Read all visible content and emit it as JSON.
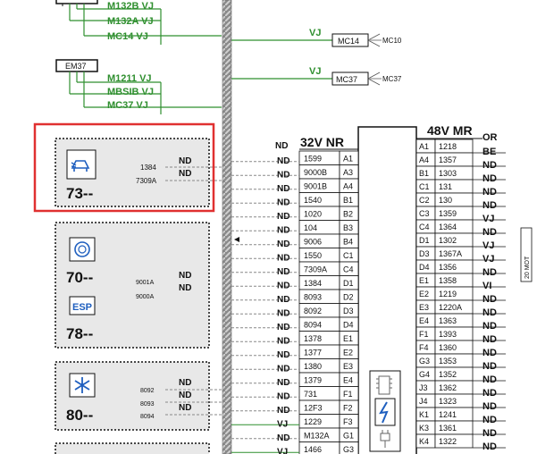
{
  "connectors_top": {
    "top_labels": [
      "M132B VJ",
      "M132A VJ",
      "MC14 VJ"
    ],
    "em37_box": "EM37",
    "em37_labels": [
      "M1211 VJ",
      "MBSIB VJ",
      "MC37 VJ"
    ],
    "mc14": {
      "wire": "VJ",
      "box": "MC14",
      "ref": "MC10"
    },
    "mc37": {
      "wire": "VJ",
      "box": "MC37",
      "ref": "MC37"
    }
  },
  "modules": [
    {
      "code": "73--",
      "icon": "parking-sensor-icon",
      "pins": [
        "1384",
        "7309A"
      ],
      "wires": [
        "ND",
        "ND"
      ],
      "highlight": true
    },
    {
      "code": "70--",
      "icon": "brake-warning-icon",
      "pins": [
        "9001A",
        "9000A"
      ],
      "wires": [
        "ND",
        "ND"
      ]
    },
    {
      "code": "78--",
      "icon": "esp-icon",
      "icon_text": "ESP",
      "pins": [],
      "wires": []
    },
    {
      "code": "80--",
      "icon": "climate-snowflake-icon",
      "pins": [
        "8092",
        "8093",
        "8094"
      ],
      "wires": [
        "ND",
        "ND",
        "ND"
      ]
    }
  ],
  "connector_left": {
    "header": "32V NR",
    "top_wire": "ND",
    "rows": [
      {
        "wire": "ND",
        "num": "1599",
        "pin": "A1"
      },
      {
        "wire": "ND",
        "num": "9000B",
        "pin": "A3"
      },
      {
        "wire": "ND",
        "num": "9001B",
        "pin": "A4"
      },
      {
        "wire": "ND",
        "num": "1540",
        "pin": "B1"
      },
      {
        "wire": "ND",
        "num": "1020",
        "pin": "B2"
      },
      {
        "wire": "ND",
        "num": "104",
        "pin": "B3"
      },
      {
        "wire": "ND",
        "num": "9006",
        "pin": "B4"
      },
      {
        "wire": "ND",
        "num": "1550",
        "pin": "C1"
      },
      {
        "wire": "ND",
        "num": "7309A",
        "pin": "C4"
      },
      {
        "wire": "ND",
        "num": "1384",
        "pin": "D1"
      },
      {
        "wire": "ND",
        "num": "8093",
        "pin": "D2"
      },
      {
        "wire": "ND",
        "num": "8092",
        "pin": "D3"
      },
      {
        "wire": "ND",
        "num": "8094",
        "pin": "D4"
      },
      {
        "wire": "ND",
        "num": "1378",
        "pin": "E1"
      },
      {
        "wire": "ND",
        "num": "1377",
        "pin": "E2"
      },
      {
        "wire": "ND",
        "num": "1380",
        "pin": "E3"
      },
      {
        "wire": "ND",
        "num": "1379",
        "pin": "E4"
      },
      {
        "wire": "ND",
        "num": "731",
        "pin": "F1"
      },
      {
        "wire": "ND",
        "num": "12F3",
        "pin": "F2"
      },
      {
        "wire": "VJ",
        "num": "1229",
        "pin": "F3"
      },
      {
        "wire": "ND",
        "num": "M132A",
        "pin": "G1"
      },
      {
        "wire": "VJ",
        "num": "1466",
        "pin": "G3"
      }
    ]
  },
  "connector_right": {
    "header": "48V MR",
    "top_wire": "OR",
    "rows": [
      {
        "pin": "A1",
        "num": "1218",
        "wire": "BE"
      },
      {
        "pin": "A4",
        "num": "1357",
        "wire": "ND"
      },
      {
        "pin": "B1",
        "num": "1303",
        "wire": "ND"
      },
      {
        "pin": "C1",
        "num": "131",
        "wire": "ND"
      },
      {
        "pin": "C2",
        "num": "130",
        "wire": "ND"
      },
      {
        "pin": "C3",
        "num": "1359",
        "wire": "VJ"
      },
      {
        "pin": "C4",
        "num": "1364",
        "wire": "ND"
      },
      {
        "pin": "D1",
        "num": "1302",
        "wire": "VJ"
      },
      {
        "pin": "D3",
        "num": "1367A",
        "wire": "VJ"
      },
      {
        "pin": "D4",
        "num": "1356",
        "wire": "ND"
      },
      {
        "pin": "E1",
        "num": "1358",
        "wire": "VI"
      },
      {
        "pin": "E2",
        "num": "1219",
        "wire": "ND"
      },
      {
        "pin": "E3",
        "num": "1220A",
        "wire": "ND"
      },
      {
        "pin": "E4",
        "num": "1363",
        "wire": "ND"
      },
      {
        "pin": "F1",
        "num": "1393",
        "wire": "ND"
      },
      {
        "pin": "F4",
        "num": "1360",
        "wire": "ND"
      },
      {
        "pin": "G3",
        "num": "1353",
        "wire": "ND"
      },
      {
        "pin": "G4",
        "num": "1352",
        "wire": "ND"
      },
      {
        "pin": "J3",
        "num": "1362",
        "wire": "ND"
      },
      {
        "pin": "J4",
        "num": "1323",
        "wire": "ND"
      },
      {
        "pin": "K1",
        "num": "1241",
        "wire": "ND"
      },
      {
        "pin": "K3",
        "num": "1361",
        "wire": "ND"
      },
      {
        "pin": "K4",
        "num": "1322",
        "wire": "ND"
      }
    ]
  },
  "side_label": "20 MOT",
  "colors": {
    "highlight": "#e03030",
    "wire_green": "#2f8f2f",
    "icon_blue": "#1f5fbf",
    "module_bg": "#e8e8e8"
  }
}
